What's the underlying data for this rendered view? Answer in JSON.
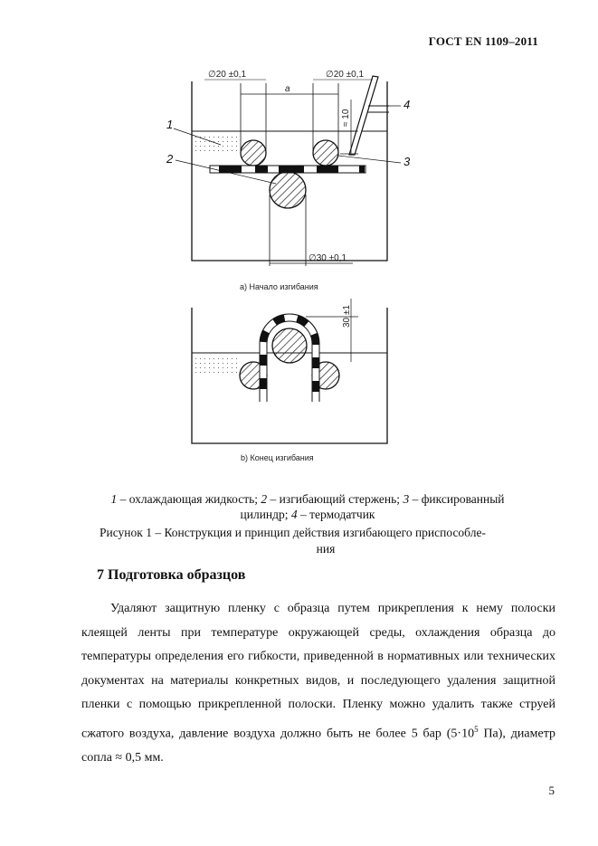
{
  "header": {
    "doc_id": "ГОСТ EN 1109–2011"
  },
  "figure": {
    "diagram_a": {
      "dim_left": "∅20 ±0,1",
      "dim_right": "∅20 ±0,1",
      "dim_gap": "a",
      "dim_height": "≈ 10",
      "dim_bottom": "∅30 ±0,1",
      "callouts": [
        "1",
        "2",
        "3",
        "4"
      ],
      "caption": "а) Начало изгибания"
    },
    "diagram_b": {
      "dim_height": "30 ±1",
      "caption": "b) Конец изгибания"
    }
  },
  "legend": {
    "n1": "1",
    "t1": " – охлаждающая жидкость; ",
    "n2": "2",
    "t2": " – изгибающий стержень; ",
    "n3": "3",
    "t3": " – фиксированный",
    "t3b": "цилиндр; ",
    "n4": "4",
    "t4": " – термодатчик"
  },
  "caption": {
    "line1": "Рисунок 1 – Конструкция и принцип действия изгибающего приспособле-",
    "line2": "ния"
  },
  "section": {
    "title": "7 Подготовка образцов"
  },
  "paragraph": {
    "text_before": "Удаляют защитную пленку с образца путем прикрепления к нему полоски клеящей ленты при температуре окружающей среды, охлаждения образца до температуры определения его гибкости, приведенной в нормативных или технических документах на материалы конкретных видов, и последующего удаления защитной пленки с помощью прикрепленной полоски. Пленку можно удалить также струей сжатого воздуха, давление воздуха должно быть не более 5 бар (5·10",
    "sup": "5",
    "text_after": " Па), диаметр сопла ≈ 0,5 мм."
  },
  "page": {
    "number": "5"
  }
}
